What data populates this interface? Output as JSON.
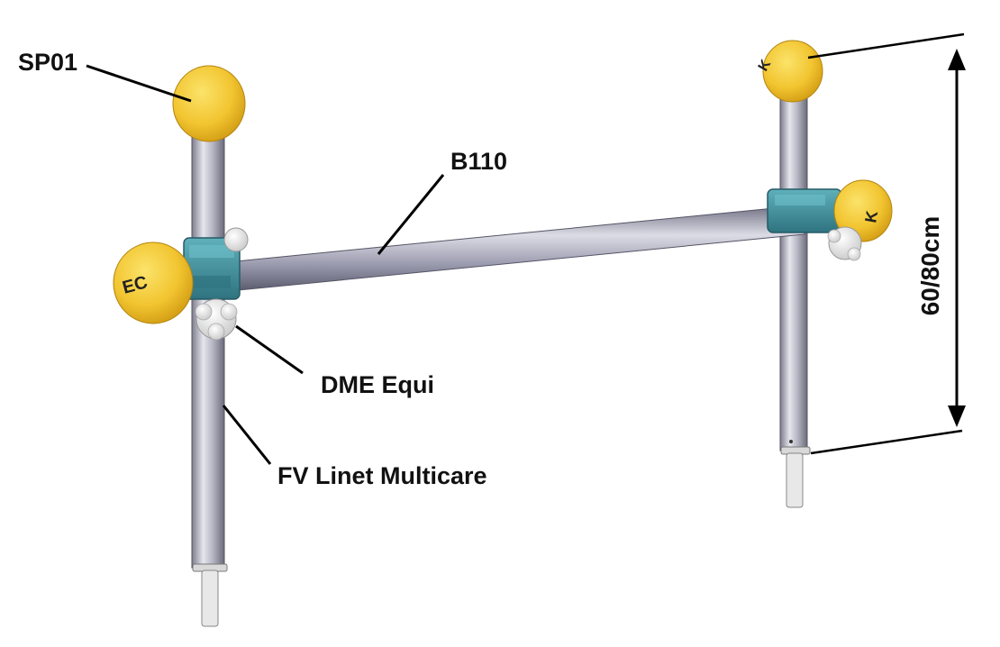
{
  "labels": {
    "sp01": "SP01",
    "b110": "B110",
    "dme_equi": "DME Equi",
    "fv_linet": "FV Linet Multicare",
    "dimension": "60/80cm"
  },
  "ball_prints": {
    "left_lower": "EC",
    "right_upper": "K",
    "right_middle": "K"
  },
  "colors": {
    "ball": "#f2c531",
    "clamp": "#3f8f9a",
    "metal": "#a9a9b8",
    "knob": "#f4f4f4",
    "text": "#111111"
  }
}
